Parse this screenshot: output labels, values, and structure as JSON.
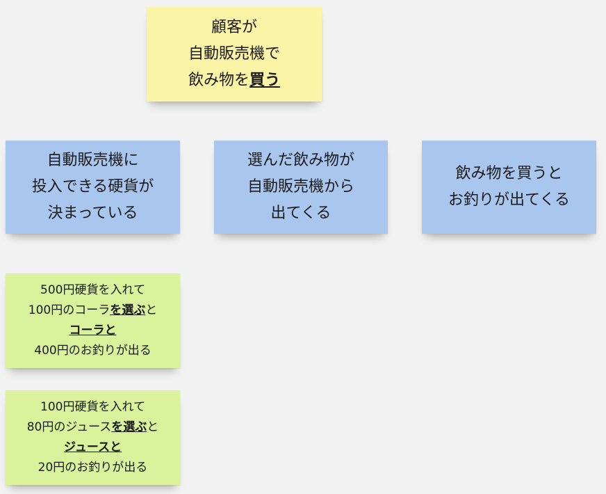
{
  "goal": {
    "line1": "顧客が",
    "line2": "自動販売機で",
    "line3_plain": "飲み物を",
    "line3_bold": "買う"
  },
  "stories": [
    {
      "lines": [
        "自動販売機に",
        "投入できる硬貨が",
        "決まっている"
      ]
    },
    {
      "lines": [
        "選んだ飲み物が",
        "自動販売機から",
        "出てくる"
      ]
    },
    {
      "lines": [
        "飲み物を買うと",
        "お釣りが出てくる"
      ]
    }
  ],
  "cases": [
    {
      "line1": "500円硬貨を入れて",
      "line2_plain": "100円のコーラ",
      "line2_bold": "を選ぶ",
      "line2_tail": "と",
      "line3_bold": "コーラと",
      "line4": "400円のお釣りが出る"
    },
    {
      "line1": "100円硬貨を入れて",
      "line2_plain": "80円のジュース",
      "line2_bold": "を選ぶ",
      "line2_tail": "と",
      "line3_bold": "ジュースと",
      "line4": "20円のお釣りが出る"
    }
  ],
  "colors": {
    "goal": "#fbf3a6",
    "story": "#a9c6ee",
    "case": "#d9f29b",
    "background": "#f2f2f2"
  }
}
